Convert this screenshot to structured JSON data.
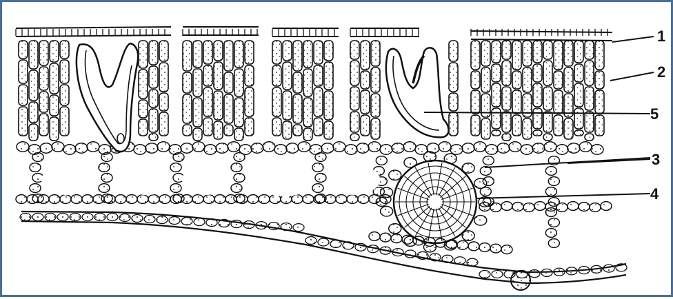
{
  "figure": {
    "labels": [
      "1",
      "2",
      "5",
      "3",
      "4"
    ]
  },
  "colors": {
    "frame": "#4a6f99",
    "ink": "#111111",
    "background": "#ffffff"
  }
}
